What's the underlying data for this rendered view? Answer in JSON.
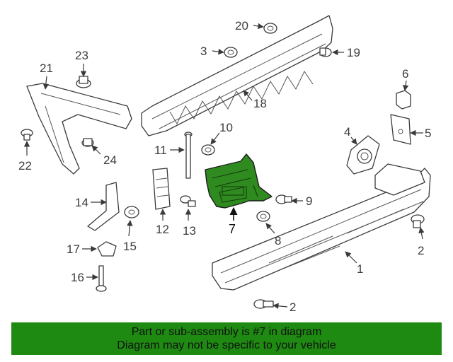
{
  "colors": {
    "highlight_part": "#2f8a1f",
    "banner_background": "#1e8a12",
    "line_art": "#3a3a3a"
  },
  "highlighted_part": "7",
  "callouts": [
    "1",
    "2",
    "2",
    "3",
    "4",
    "5",
    "6",
    "7",
    "8",
    "9",
    "10",
    "11",
    "12",
    "13",
    "14",
    "15",
    "16",
    "17",
    "18",
    "19",
    "20",
    "21",
    "22",
    "23",
    "24"
  ],
  "banner": {
    "line1": "Part or sub-assembly is #7 in diagram",
    "line2": "Diagram may not be specific to your vehicle"
  }
}
